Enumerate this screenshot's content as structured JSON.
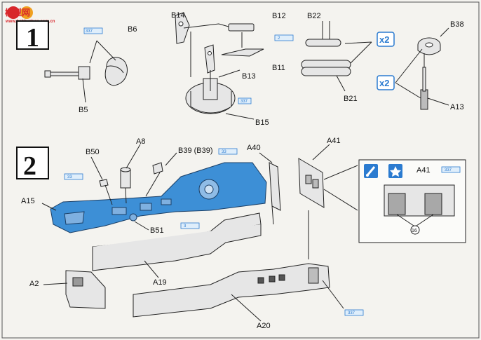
{
  "watermark": {
    "title": "模型网",
    "url": "www.hobbyshop.com.cn"
  },
  "steps": {
    "step1": {
      "number": "1"
    },
    "step2": {
      "number": "2"
    }
  },
  "quantities": {
    "q1": "x2",
    "q2": "x2"
  },
  "color_refs": {
    "r1": "337",
    "r2": "2",
    "r3": "33",
    "r4": "3",
    "r5": "33",
    "r6": "337",
    "r7": "337",
    "r8": "337"
  },
  "labels": {
    "B6": "B6",
    "B5": "B5",
    "B14": "B14",
    "B12": "B12",
    "B13": "B13",
    "B11": "B11",
    "B15": "B15",
    "B22": "B22",
    "B21": "B21",
    "B38": "B38",
    "A13": "A13",
    "A8": "A8",
    "B39": "B39 (B39)",
    "A40": "A40",
    "A41": "A41",
    "A41b": "A41",
    "B50": "B50",
    "A15": "A15",
    "B51": "B51",
    "A19": "A19",
    "A2": "A2",
    "A20": "A20",
    "decal": "16"
  },
  "colors": {
    "accent_blue": "#2b7bd0",
    "deck_blue": "#3d8fd6",
    "watermark_red": "#d8262b"
  },
  "icons": [
    "brush-icon",
    "star-icon"
  ]
}
